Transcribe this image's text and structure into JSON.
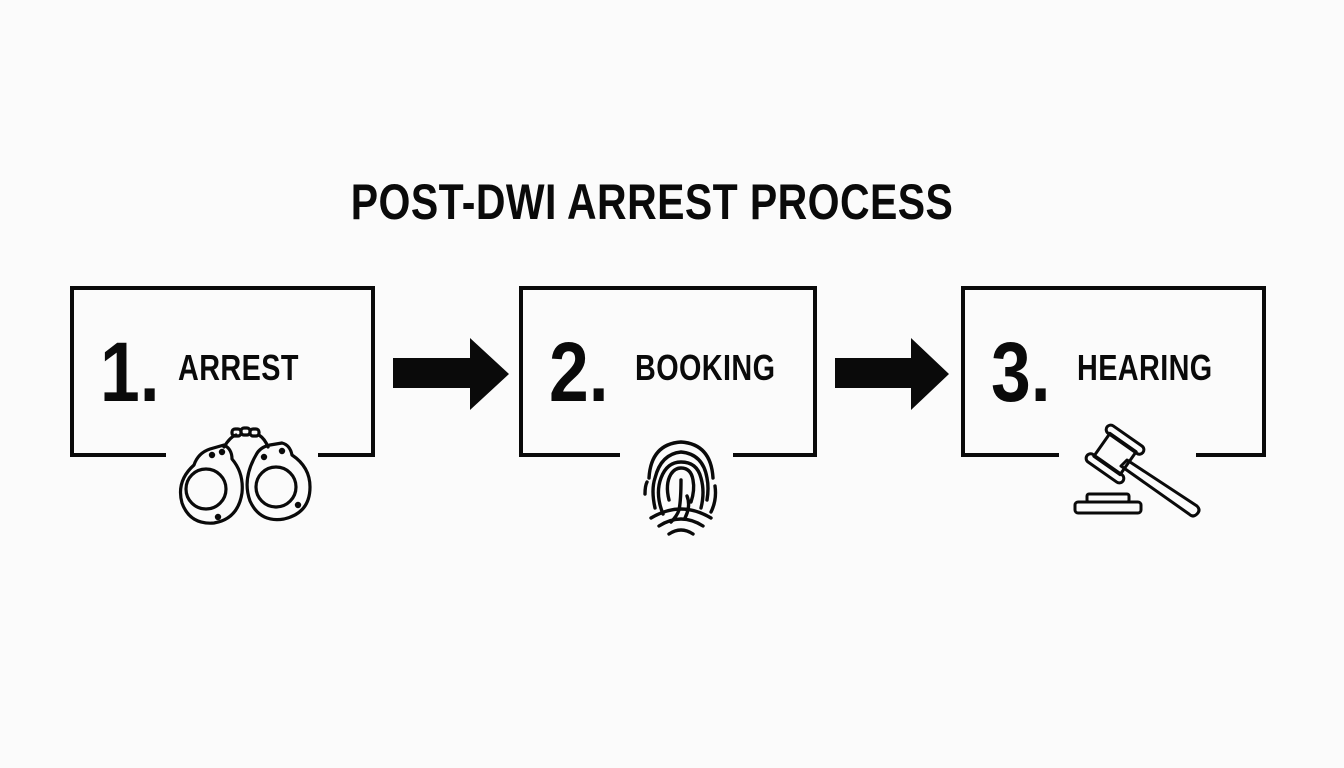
{
  "title": "POST-DWI ARREST PROCESS",
  "steps": [
    {
      "number": "1.",
      "label": "ARREST",
      "icon": "handcuffs-icon"
    },
    {
      "number": "2.",
      "label": "BOOKING",
      "icon": "fingerprint-icon"
    },
    {
      "number": "3.",
      "label": "HEARING",
      "icon": "gavel-icon"
    }
  ],
  "connectors": [
    {
      "from": 1,
      "to": 2,
      "icon": "arrow-right-icon"
    },
    {
      "from": 2,
      "to": 3,
      "icon": "arrow-right-icon"
    }
  ],
  "colors": {
    "background": "#fbfbfb",
    "ink": "#0a0a0a"
  }
}
